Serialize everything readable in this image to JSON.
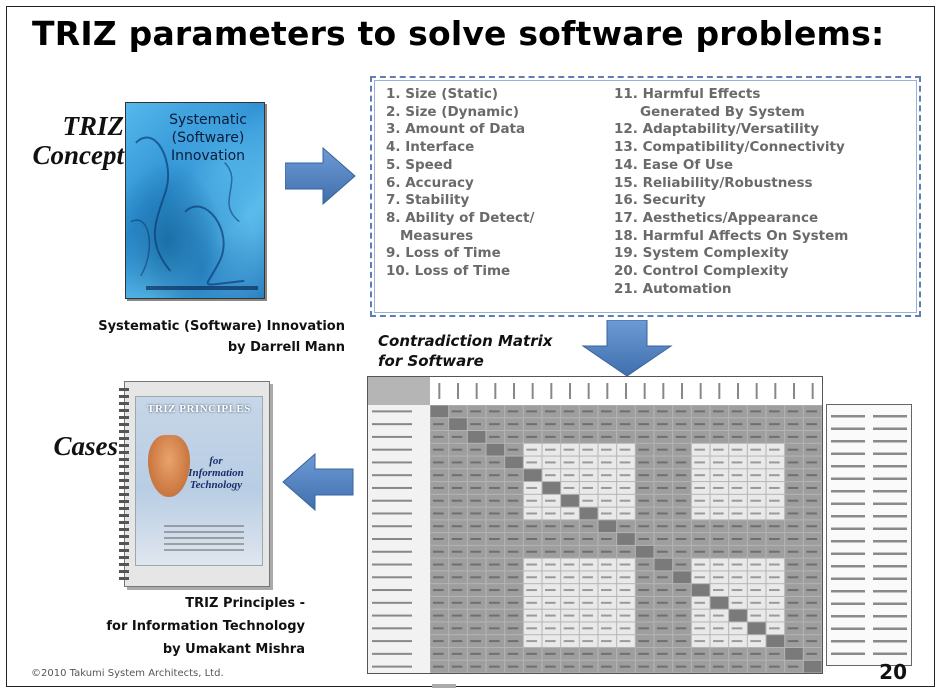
{
  "slide": {
    "title": "TRIZ parameters to solve software problems:",
    "page_number": "20",
    "copyright": "©2010 Takumi System Architects, Ltd."
  },
  "concept": {
    "label_line1": "TRIZ",
    "label_line2": "Concept",
    "book_title_lines": [
      "Systematic",
      "(Software)",
      "Innovation"
    ],
    "caption_line1": "Systematic (Software) Innovation",
    "caption_line2": "by Darrell Mann"
  },
  "parameters": {
    "left": [
      "1. Size (Static)",
      "2. Size (Dynamic)",
      "3. Amount of Data",
      "4. Interface",
      "5. Speed",
      "6. Accuracy",
      "7. Stability",
      "8. Ability of Detect/",
      "Measures",
      "9. Loss of Time",
      "10. Loss of Time"
    ],
    "right": [
      "11. Harmful Effects",
      "Generated By System",
      "12. Adaptability/Versatility",
      "13. Compatibility/Connectivity",
      "14. Ease Of Use",
      "15. Reliability/Robustness",
      "16. Security",
      "17. Aesthetics/Appearance",
      "18. Harmful Affects On System",
      "19. System Complexity",
      "20. Control Complexity",
      "21. Automation"
    ]
  },
  "matrix": {
    "title_line1": "Contradiction Matrix",
    "title_line2": "for Software"
  },
  "cases": {
    "label": "Cases",
    "book_title": "TRIZ PRINCIPLES",
    "book_subtitle_lines": [
      "for",
      "Information",
      "Technology"
    ],
    "caption_line1": "TRIZ  Principles -",
    "caption_line2": "for Information Technology",
    "caption_line3": "by Umakant Mishra"
  },
  "colors": {
    "arrow_blue": "#4f81bd",
    "param_text_gray": "#6a6a6a",
    "box_border_blue": "#5f7fb3"
  }
}
